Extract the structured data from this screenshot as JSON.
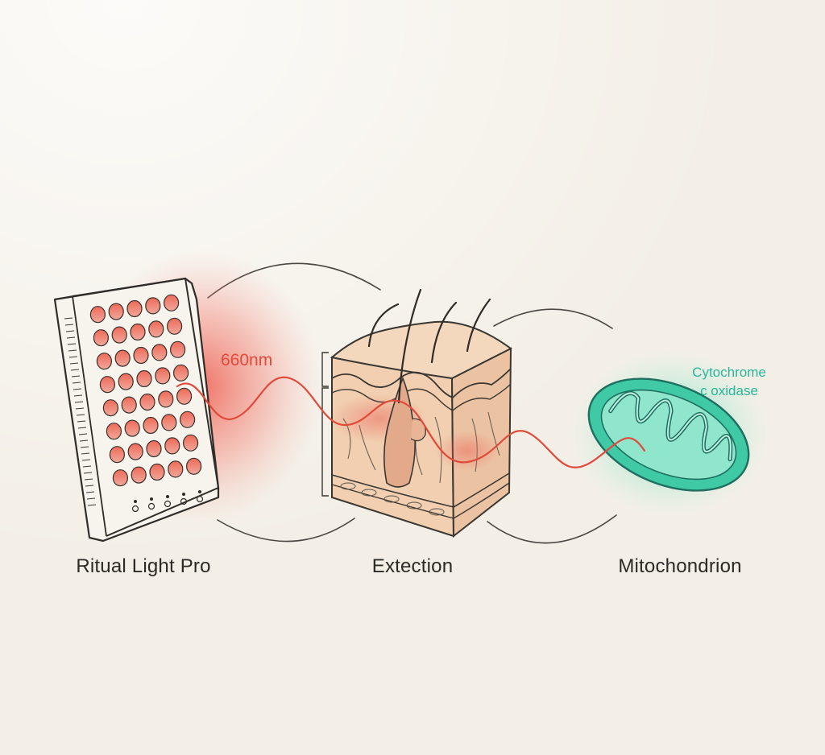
{
  "diagram": {
    "wavelength_label": "660nm",
    "device_label": "Ritual Light Pro",
    "skin_label": "Extection",
    "mito_label": "Mitochondrion",
    "enzyme_label_line1": "Cytochrome",
    "enzyme_label_line2": "c oxidase"
  },
  "colors": {
    "background": "#f3efe6",
    "red_light": "#e24a3a",
    "enzyme_teal": "#27b79a",
    "mito_fill": "#3fc9a4",
    "ink": "#2b2926"
  },
  "icons": {
    "device": "led-panel-icon",
    "skin": "skin-cross-section-icon",
    "mitochondrion": "mitochondrion-icon"
  }
}
